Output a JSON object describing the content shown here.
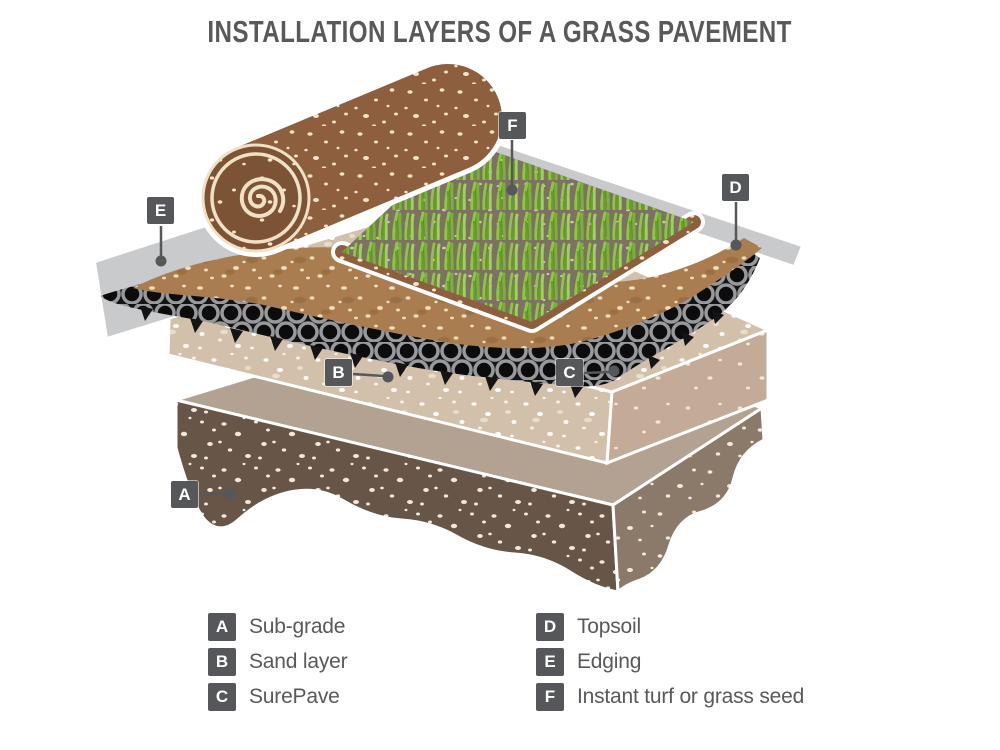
{
  "title": "INSTALLATION LAYERS OF A GRASS PAVEMENT",
  "diagram": {
    "markers": [
      {
        "letter": "A"
      },
      {
        "letter": "B"
      },
      {
        "letter": "C"
      },
      {
        "letter": "D"
      },
      {
        "letter": "E"
      },
      {
        "letter": "F"
      }
    ]
  },
  "legend": {
    "left": [
      {
        "key": "A",
        "label": "Sub-grade"
      },
      {
        "key": "B",
        "label": "Sand layer"
      },
      {
        "key": "C",
        "label": "SurePave"
      }
    ],
    "right": [
      {
        "key": "D",
        "label": "Topsoil"
      },
      {
        "key": "E",
        "label": "Edging"
      },
      {
        "key": "F",
        "label": "Instant turf or grass seed"
      }
    ]
  },
  "colors": {
    "label_badge": "#55575a",
    "text": "#58595b",
    "grass_green": "#8dc63f",
    "grass_shadow": "#6aa329",
    "turf_brown": "#8d5f3e",
    "topsoil": "#a97d4f",
    "sand_light": "#d2c0aa",
    "sand_shaded": "#c3ab97",
    "subgrade_front": "#675548",
    "subgrade_side": "#8b7969",
    "subgrade_top": "#b3a191",
    "surepave_black": "#141414",
    "surepave_grid": "#97999c",
    "edging_gray": "#c9cacc",
    "speckle_cream": "#f2e4c9"
  }
}
